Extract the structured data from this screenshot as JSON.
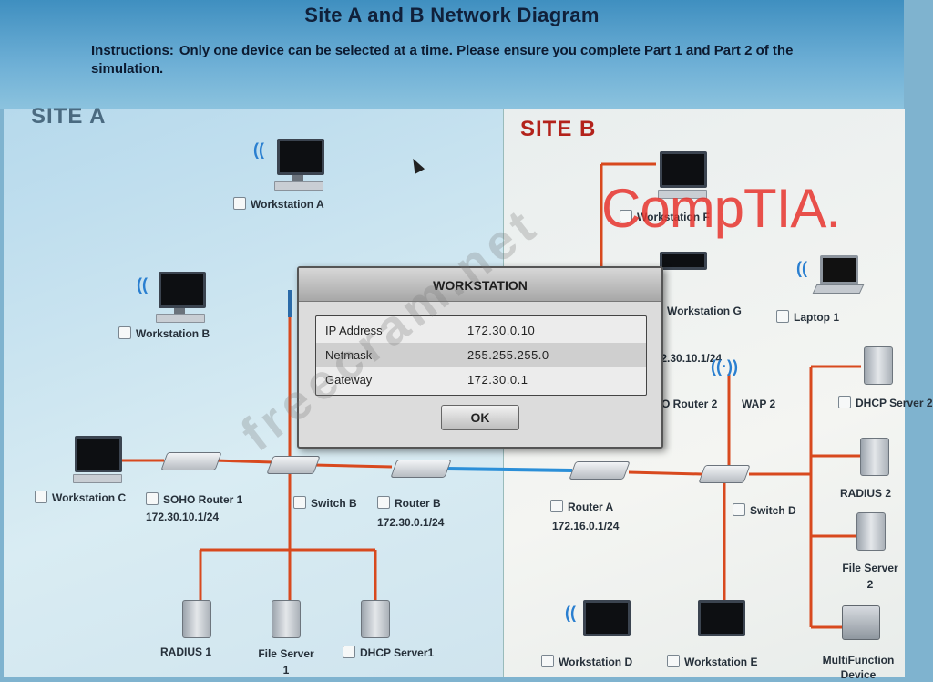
{
  "header": {
    "title": "Site A and B Network Diagram",
    "instructions_label": "Instructions:",
    "instructions_text": "Only one device can be selected at a time. Please ensure you complete Part 1 and Part 2 of the simulation."
  },
  "sites": {
    "a": "SITE A",
    "b": "SITE B"
  },
  "devices": {
    "workstation_a": "Workstation A",
    "workstation_b": "Workstation B",
    "workstation_c": "Workstation C",
    "soho_router_1": "SOHO Router 1",
    "soho_router_1_ip": "172.30.10.1/24",
    "switch_b": "Switch B",
    "router_b": "Router B",
    "router_b_ip": "172.30.0.1/24",
    "radius_1": "RADIUS 1",
    "file_server_1": "File Server 1",
    "dhcp_server_1": "DHCP Server1",
    "workstation_f": "Workstation F",
    "workstation_g": "Workstation G",
    "laptop_1": "Laptop 1",
    "soho_router_2": "SOHO Router 2",
    "soho_router_2_ip": "172.30.10.1/24",
    "wap_2": "WAP 2",
    "router_a": "Router A",
    "router_a_ip": "172.16.0.1/24",
    "switch_d": "Switch D",
    "dhcp_server_2": "DHCP Server 2",
    "radius_2": "RADIUS 2",
    "file_server_2": "File Server 2",
    "multifunction": "MultiFunction Device",
    "workstation_d": "Workstation D",
    "workstation_e": "Workstation E"
  },
  "dialog": {
    "title": "WORKSTATION",
    "fields": [
      {
        "label": "IP Address",
        "value": "172.30.0.10"
      },
      {
        "label": "Netmask",
        "value": "255.255.255.0"
      },
      {
        "label": "Gateway",
        "value": "172.30.0.1"
      }
    ],
    "ok": "OK"
  },
  "overlay": {
    "watermark": "freecram.net",
    "logo": "CompTIA."
  },
  "colors": {
    "link": "#d8491e",
    "wan": "#2b8fd8",
    "site_b_title": "#b3221b"
  }
}
